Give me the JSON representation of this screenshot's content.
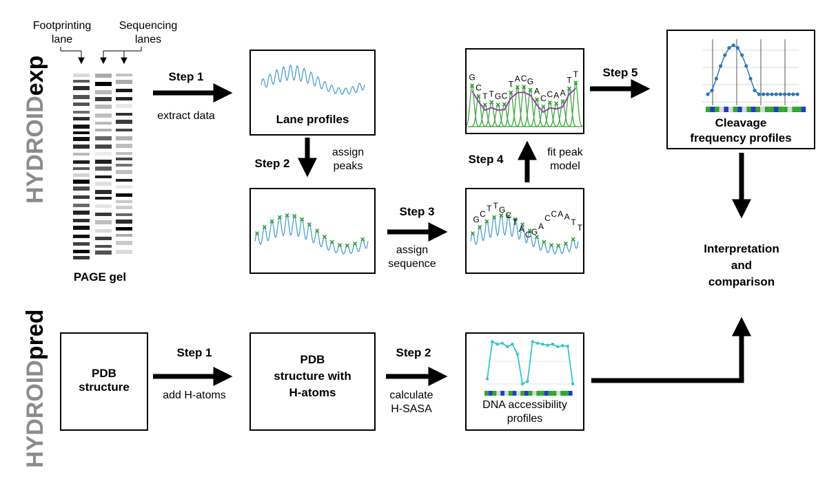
{
  "headers": {
    "exp_prefix": "HYDROID",
    "exp_suffix": "exp",
    "pred_prefix": "HYDROID",
    "pred_suffix": "pred"
  },
  "gel": {
    "footprinting_l1": "Footprinting",
    "footprinting_l2": "lane",
    "sequencing_l1": "Sequencing",
    "sequencing_l2": "lanes",
    "caption": "PAGE gel"
  },
  "exp": {
    "step1": "Step 1",
    "step1_desc": "extract data",
    "lane_profiles": "Lane profiles",
    "step2": "Step 2",
    "step2_desc_l1": "assign",
    "step2_desc_l2": "peaks",
    "step3": "Step 3",
    "step3_desc_l1": "assign",
    "step3_desc_l2": "sequence",
    "step4": "Step 4",
    "step4_desc_l1": "fit peak",
    "step4_desc_l2": "model",
    "step5": "Step 5",
    "cleavage_l1": "Cleavage",
    "cleavage_l2": "frequency profiles"
  },
  "interp": {
    "l1": "Interpretation",
    "l2": "and",
    "l3": "comparison"
  },
  "pred": {
    "pdb_l1": "PDB",
    "pdb_l2": "structure",
    "step1": "Step 1",
    "step1_desc": "add H-atoms",
    "pdbh_l1": "PDB",
    "pdbh_l2": "structure with",
    "pdbh_l3": "H-atoms",
    "step2": "Step 2",
    "step2_desc_l1": "calculate",
    "step2_desc_l2": "H-SASA",
    "access_l1": "DNA accessibility",
    "access_l2": "profiles"
  },
  "sequence_letters": [
    "G",
    "C",
    "T",
    "T",
    "G",
    "C",
    "T",
    "A",
    "C",
    "G",
    "A",
    "C",
    "C",
    "A",
    "A",
    "T",
    "T"
  ],
  "colors": {
    "trace": "#4a9fd4",
    "peak_mark": "#2e9b2e",
    "fit_green": "#3aa83a",
    "fit_purple": "#9b3fb5",
    "cleavage": "#2a78b8",
    "access": "#35c4cc",
    "header_gray": "#8c8c8c"
  }
}
